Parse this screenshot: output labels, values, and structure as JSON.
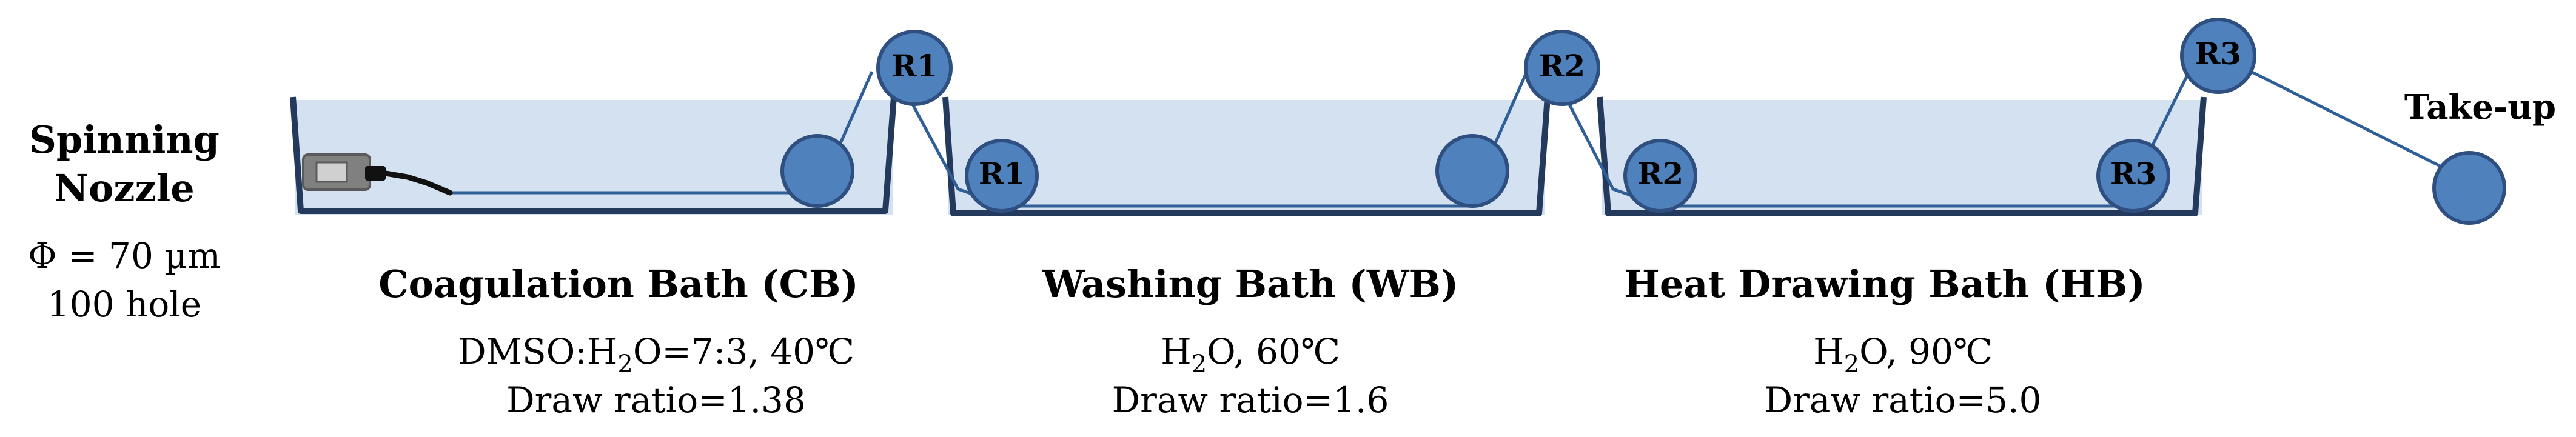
{
  "nozzle": {
    "title_line1": "Spinning",
    "title_line2": "Nozzle",
    "spec_line1": "Φ = 70 µm",
    "spec_line2": "100 hole"
  },
  "baths": [
    {
      "name": "Coagulation Bath (CB)",
      "condition_prefix": "DMSO:H",
      "condition_sub": "2",
      "condition_suffix": "O=7:3, 40℃",
      "draw_ratio": "Draw ratio=1.38"
    },
    {
      "name": "Washing Bath (WB)",
      "condition_prefix": "H",
      "condition_sub": "2",
      "condition_suffix": "O, 60℃",
      "draw_ratio": "Draw ratio=1.6"
    },
    {
      "name": "Heat Drawing Bath (HB)",
      "condition_prefix": "H",
      "condition_sub": "2",
      "condition_suffix": "O, 90℃",
      "draw_ratio": "Draw ratio=5.0"
    }
  ],
  "rollers": {
    "r1": "R1",
    "r2": "R2",
    "r3": "R3"
  },
  "takeup": {
    "label": "Take-up"
  },
  "colors": {
    "bath_fill": "#d4e1f1",
    "bath_wall": "#243a5c",
    "roller_fill": "#4f81bd",
    "roller_stroke": "#2e4f7f",
    "fiber": "#2f5f96",
    "text": "#000000",
    "nozzle_body": "#808080"
  }
}
